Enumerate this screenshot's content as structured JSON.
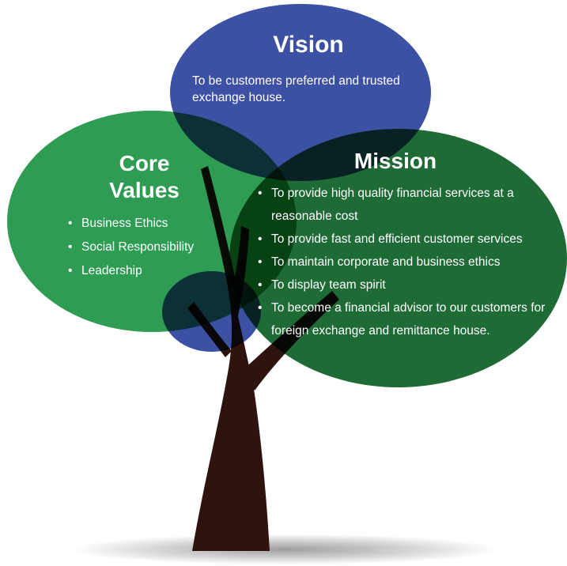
{
  "diagram": {
    "vision": {
      "title": "Vision",
      "body": "To be customers preferred and trusted exchange house."
    },
    "core_values": {
      "title": "Core\nValues",
      "items": [
        "Business Ethics",
        "Social Responsibility",
        "Leadership"
      ]
    },
    "mission": {
      "title": "Mission",
      "items": [
        "To provide high quality financial services at a reasonable cost",
        "To provide fast and efficient customer services",
        "To maintain corporate and business ethics",
        "To display team spirit",
        "To become a financial advisor to our customers for foreign exchange and remittance house."
      ]
    },
    "colors": {
      "vision_blue": "#3c50a4",
      "core_green": "#2e9c53",
      "mission_green": "#1e6b36",
      "trunk_brown": "#2e130e"
    }
  }
}
